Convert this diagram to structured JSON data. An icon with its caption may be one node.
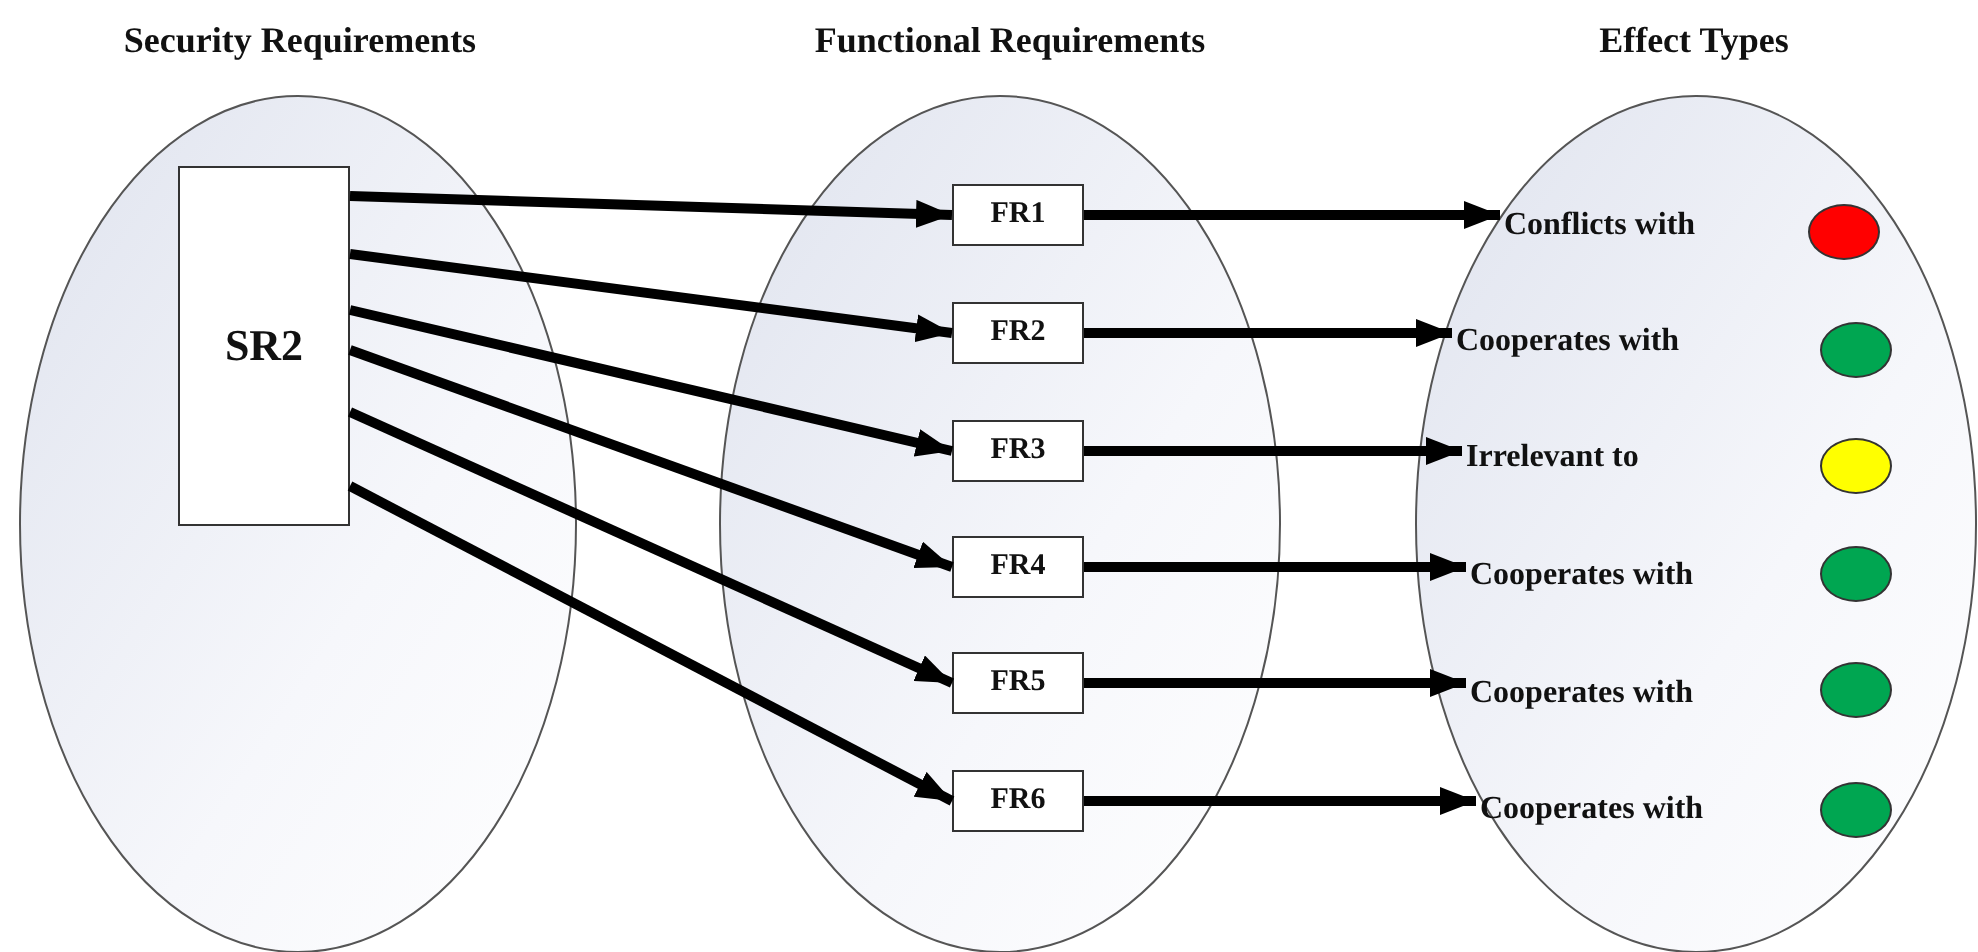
{
  "diagram": {
    "nodes": [
      {
        "text": [
          "Security Requirements"
        ]
      },
      {
        "text": [
          "SR2"
        ],
        "in": 0
      },
      {
        "text": [
          "Functional Requirements"
        ]
      },
      {
        "text": [
          "FR1"
        ],
        "in": 2
      },
      {
        "text": [
          "FR2"
        ],
        "in": 2
      },
      {
        "text": [
          "FR3"
        ],
        "in": 2
      },
      {
        "text": [
          "FR4"
        ],
        "in": 2
      },
      {
        "text": [
          "FR5"
        ],
        "in": 2
      },
      {
        "text": [
          "FR6"
        ],
        "in": 2
      },
      {
        "text": [
          "Effect Types"
        ]
      },
      {
        "text": [
          "Conflicts with"
        ],
        "in": 9
      },
      {
        "text": [
          "Cooperates with"
        ],
        "in": 9
      },
      {
        "text": [
          "Irrelevant to"
        ],
        "in": 9
      },
      {
        "text": [
          "Cooperates with"
        ],
        "in": 9
      },
      {
        "text": [
          "Cooperates with"
        ],
        "in": 9
      },
      {
        "text": [
          "Cooperates with"
        ],
        "in": 9
      },
      {
        "text": [],
        "shape": "circle",
        "in": 9
      },
      {
        "text": [],
        "shape": "circle",
        "in": 9
      },
      {
        "text": [],
        "shape": "circle",
        "in": 9
      },
      {
        "text": [],
        "shape": "circle",
        "in": 9
      },
      {
        "text": [],
        "shape": "circle",
        "in": 9
      },
      {
        "text": [],
        "shape": "circle",
        "in": 9
      }
    ],
    "edges": [
      {
        "from": 1,
        "to": 3,
        "arrow": "to"
      },
      {
        "from": 1,
        "to": 4,
        "arrow": "to"
      },
      {
        "from": 1,
        "to": 5,
        "arrow": "to"
      },
      {
        "from": 1,
        "to": 6,
        "arrow": "to"
      },
      {
        "from": 1,
        "to": 7,
        "arrow": "to"
      },
      {
        "from": 1,
        "to": 8,
        "arrow": "to"
      },
      {
        "from": 3,
        "to": 10,
        "arrow": "to"
      },
      {
        "from": 4,
        "to": 11,
        "arrow": "to"
      },
      {
        "from": 5,
        "to": 12,
        "arrow": "to"
      },
      {
        "from": 6,
        "to": 13,
        "arrow": "to"
      },
      {
        "from": 7,
        "to": 14,
        "arrow": "to"
      },
      {
        "from": 8,
        "to": 15,
        "arrow": "to"
      }
    ]
  }
}
